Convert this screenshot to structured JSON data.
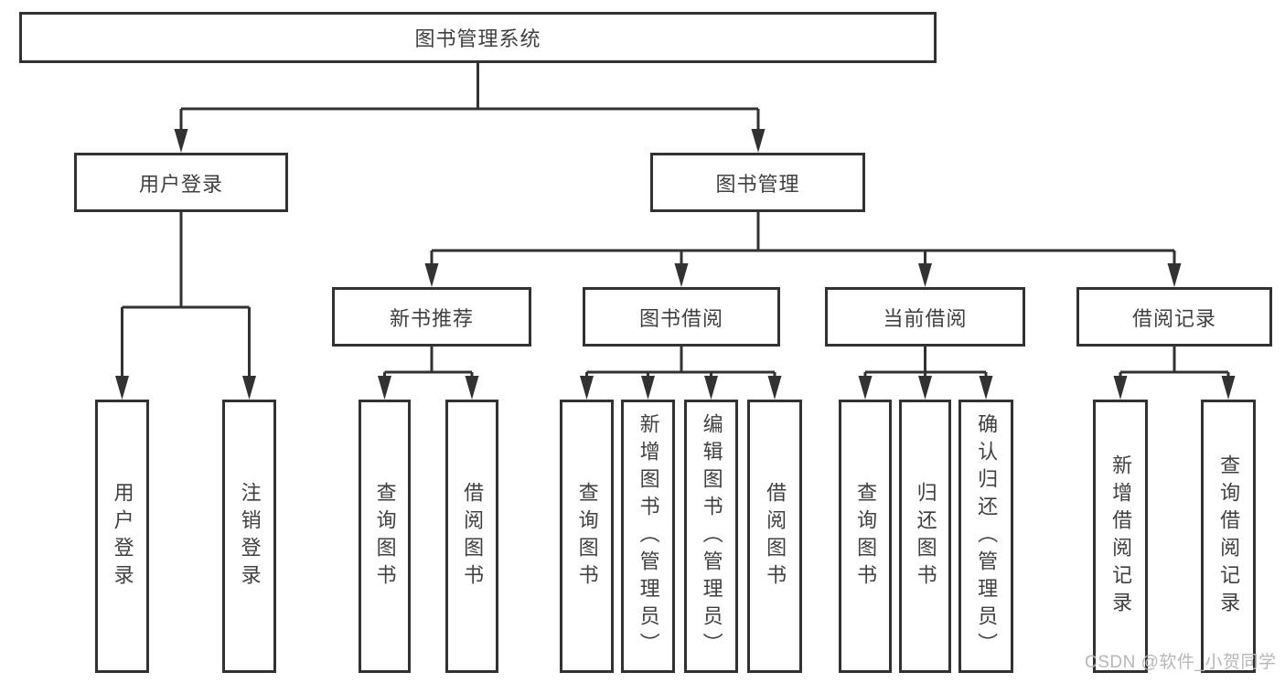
{
  "diagram": {
    "title": "图书管理系统",
    "colors": {
      "line": "#323232",
      "text": "#404040",
      "box_background": "#ffffff",
      "watermark": "#b7b7b7"
    },
    "nodes": {
      "root": "图书管理系统",
      "level2": [
        "用户登录",
        "图书管理"
      ],
      "level3": [
        "新书推荐",
        "图书借阅",
        "当前借阅",
        "借阅记录"
      ],
      "leaves": [
        "用户登录",
        "注销登录",
        "查询图书",
        "借阅图书",
        "查询图书",
        "新增图书（管理员）",
        "编辑图书（管理员）",
        "借阅图书",
        "查询图书",
        "归还图书",
        "确认归还（管理员）",
        "新增借阅记录",
        "查询借阅记录"
      ]
    },
    "watermark": "CSDN @软件_小贺同学"
  }
}
